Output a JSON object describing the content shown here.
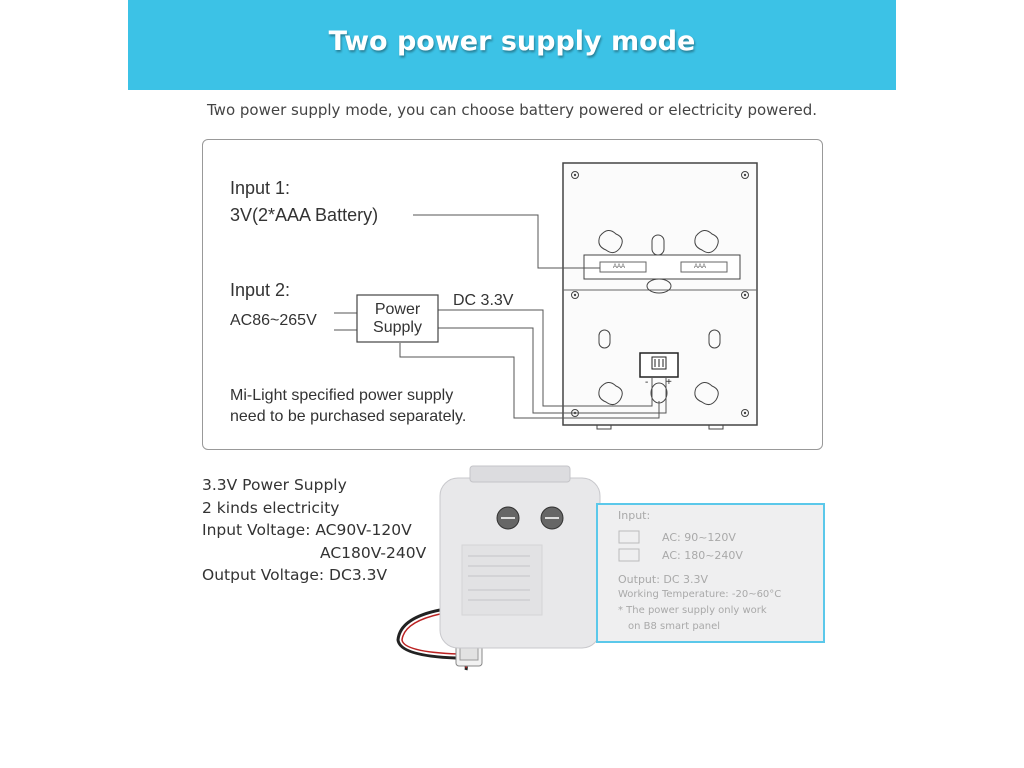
{
  "header": {
    "title": "Two power supply mode",
    "subtitle": "Two power supply mode, you can choose battery powered or electricity powered."
  },
  "diagram": {
    "input1_title": "Input 1:",
    "input1_desc": "3V(2*AAA Battery)",
    "input2_title": "Input 2:",
    "ac_range": "AC86~265V",
    "power_supply_line1": "Power",
    "power_supply_line2": "Supply",
    "dc_output": "DC 3.3V",
    "note_line1": "Mi-Light specified power supply",
    "note_line2": "need to be purchased separately.",
    "battery_label_left": "AAA",
    "battery_label_right": "AAA",
    "terminal_minus": "-",
    "terminal_plus": "+"
  },
  "specs": {
    "line1": "3.3V Power Supply",
    "line2": "2 kinds electricity",
    "line3": "Input Voltage: AC90V-120V",
    "line4": "AC180V-240V",
    "line5": "Output Voltage: DC3.3V"
  },
  "device_label": {
    "input": "Input:",
    "ac1": "AC: 90~120V",
    "ac2": "AC: 180~240V",
    "output": "Output: DC 3.3V",
    "temp": "Working Temperature: -20~60°C",
    "note1": "* The power supply only work",
    "note2": "on B8 smart panel"
  },
  "colors": {
    "banner": "#3cc2e6",
    "zoom_border": "#5bc8ea",
    "line": "#555555"
  }
}
